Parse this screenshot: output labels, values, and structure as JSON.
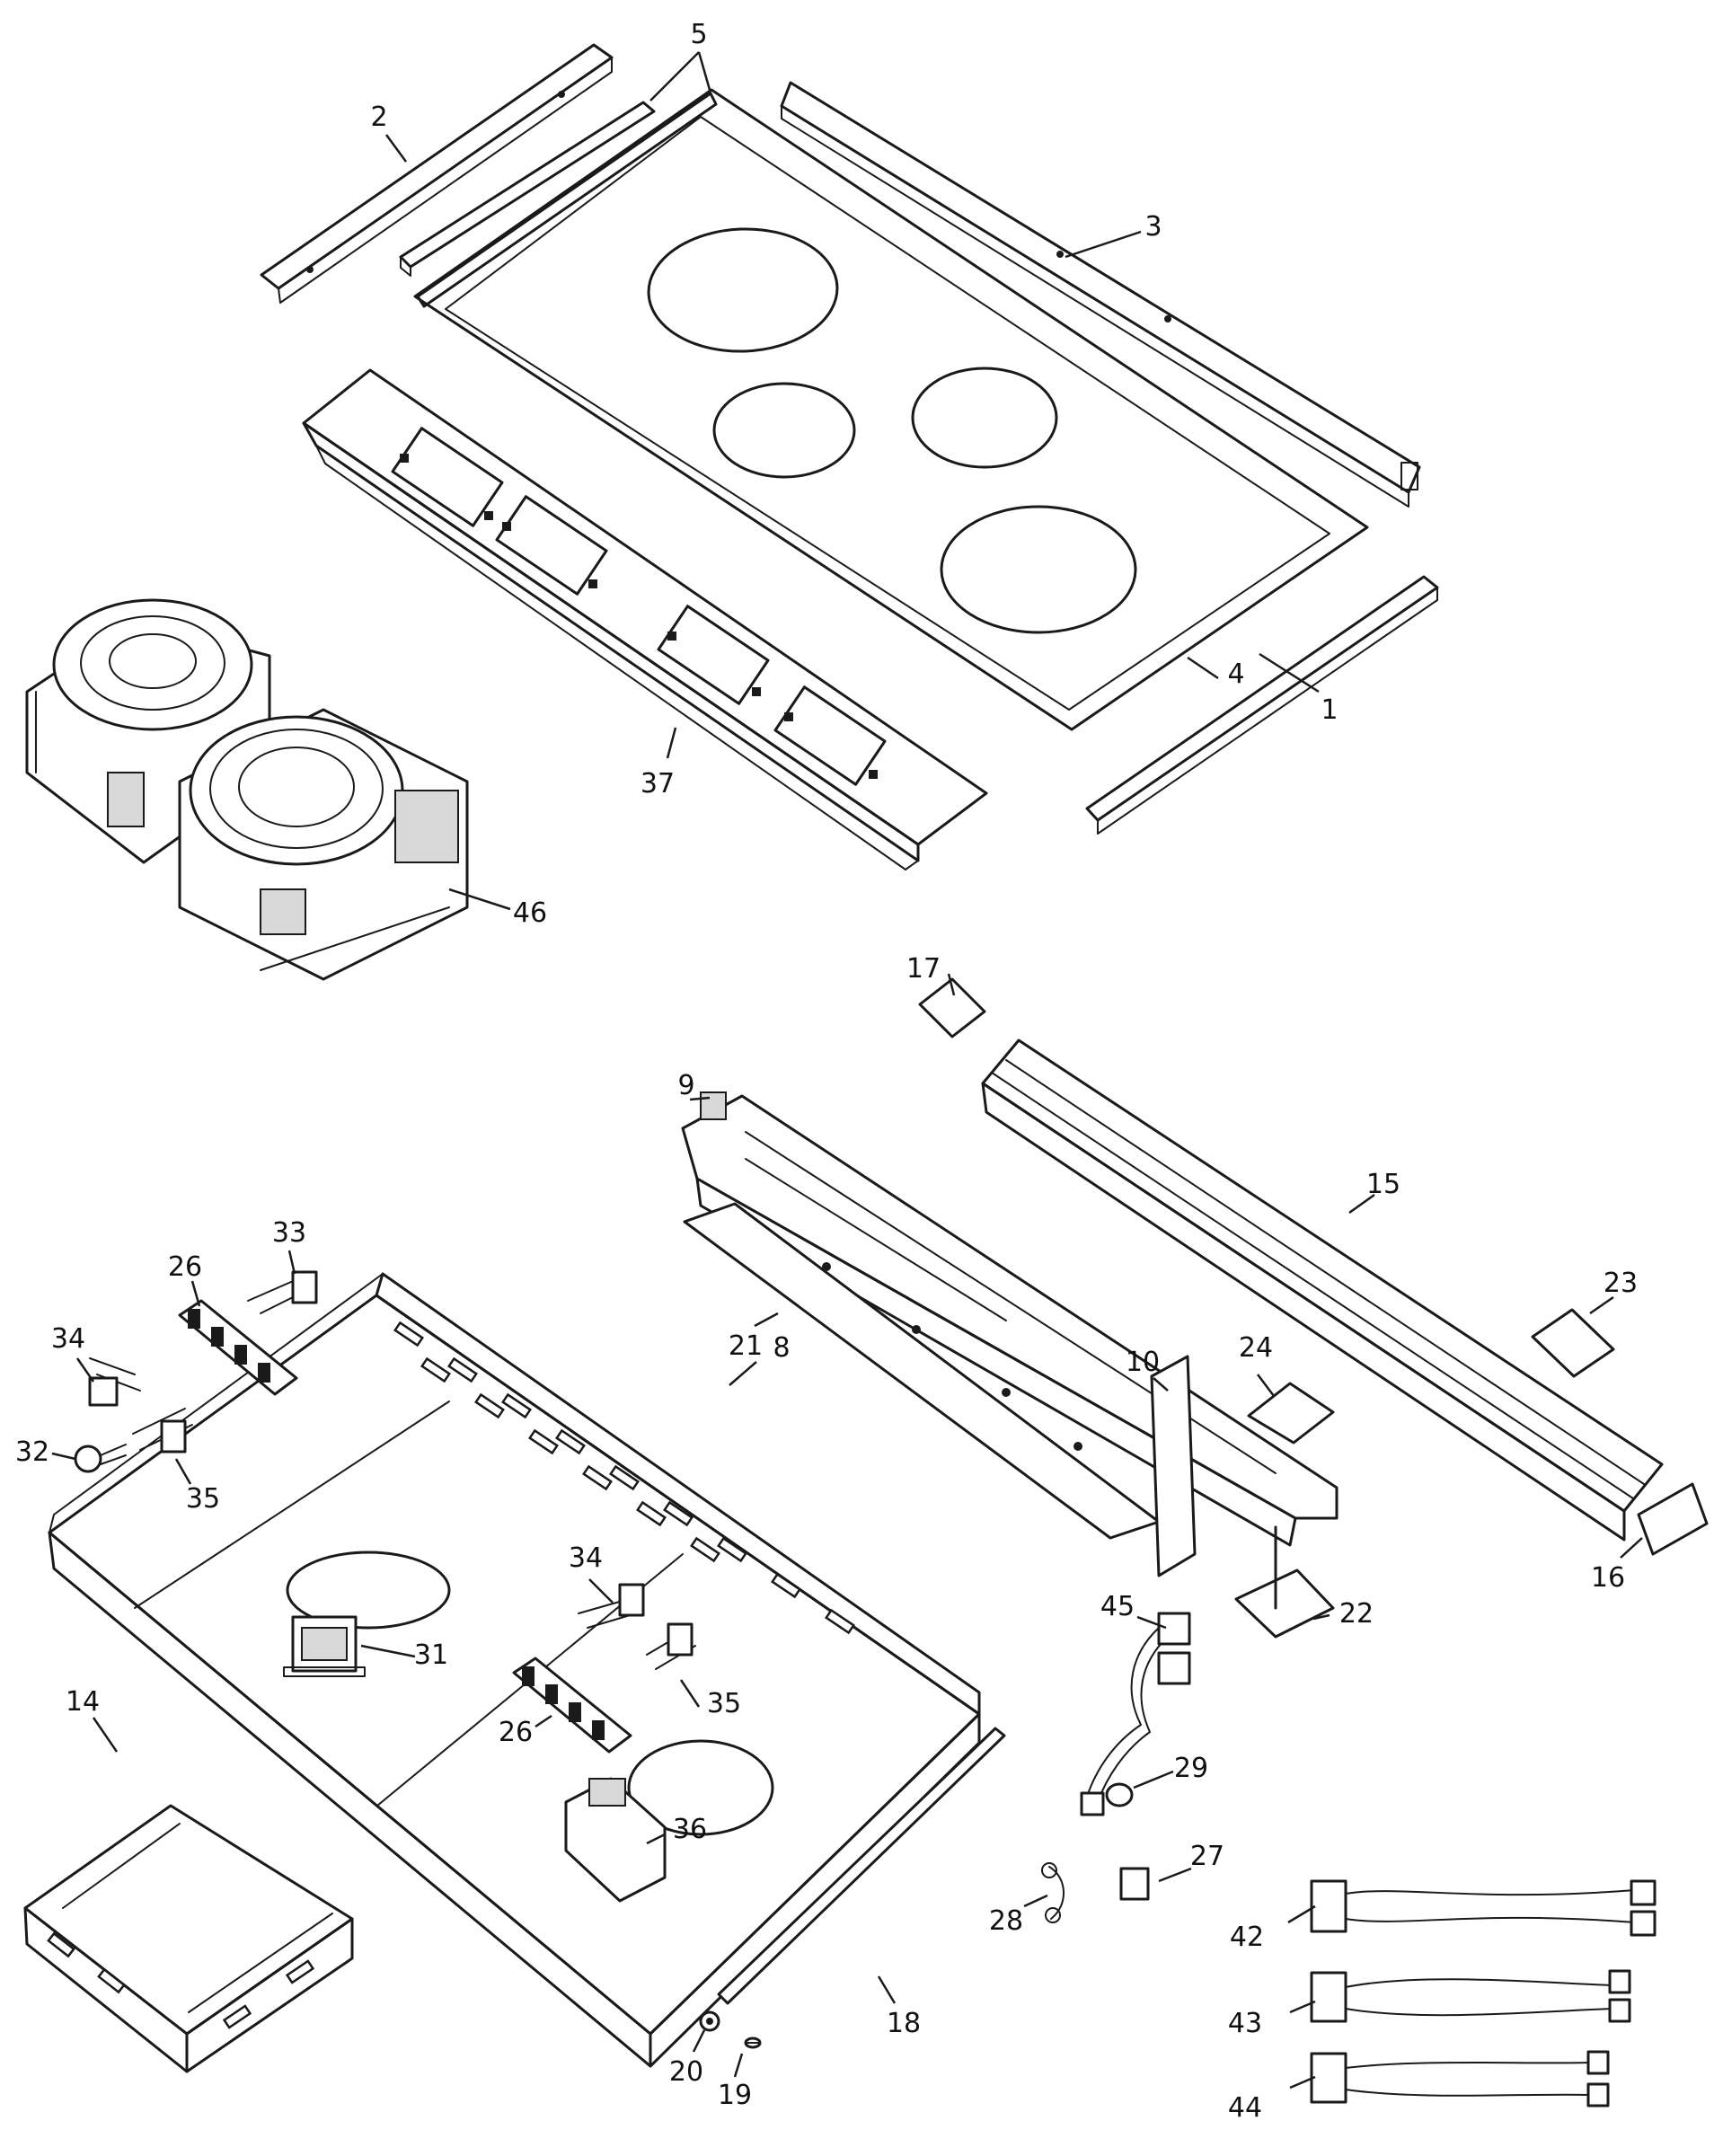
{
  "callouts": [
    "1",
    "2",
    "3",
    "4",
    "5",
    "8",
    "9",
    "10",
    "14",
    "15",
    "16",
    "17",
    "18",
    "19",
    "20",
    "21",
    "22",
    "23",
    "24",
    "26",
    "26",
    "27",
    "28",
    "29",
    "31",
    "32",
    "33",
    "34",
    "34",
    "35",
    "35",
    "36",
    "37",
    "42",
    "43",
    "44",
    "45",
    "46"
  ]
}
